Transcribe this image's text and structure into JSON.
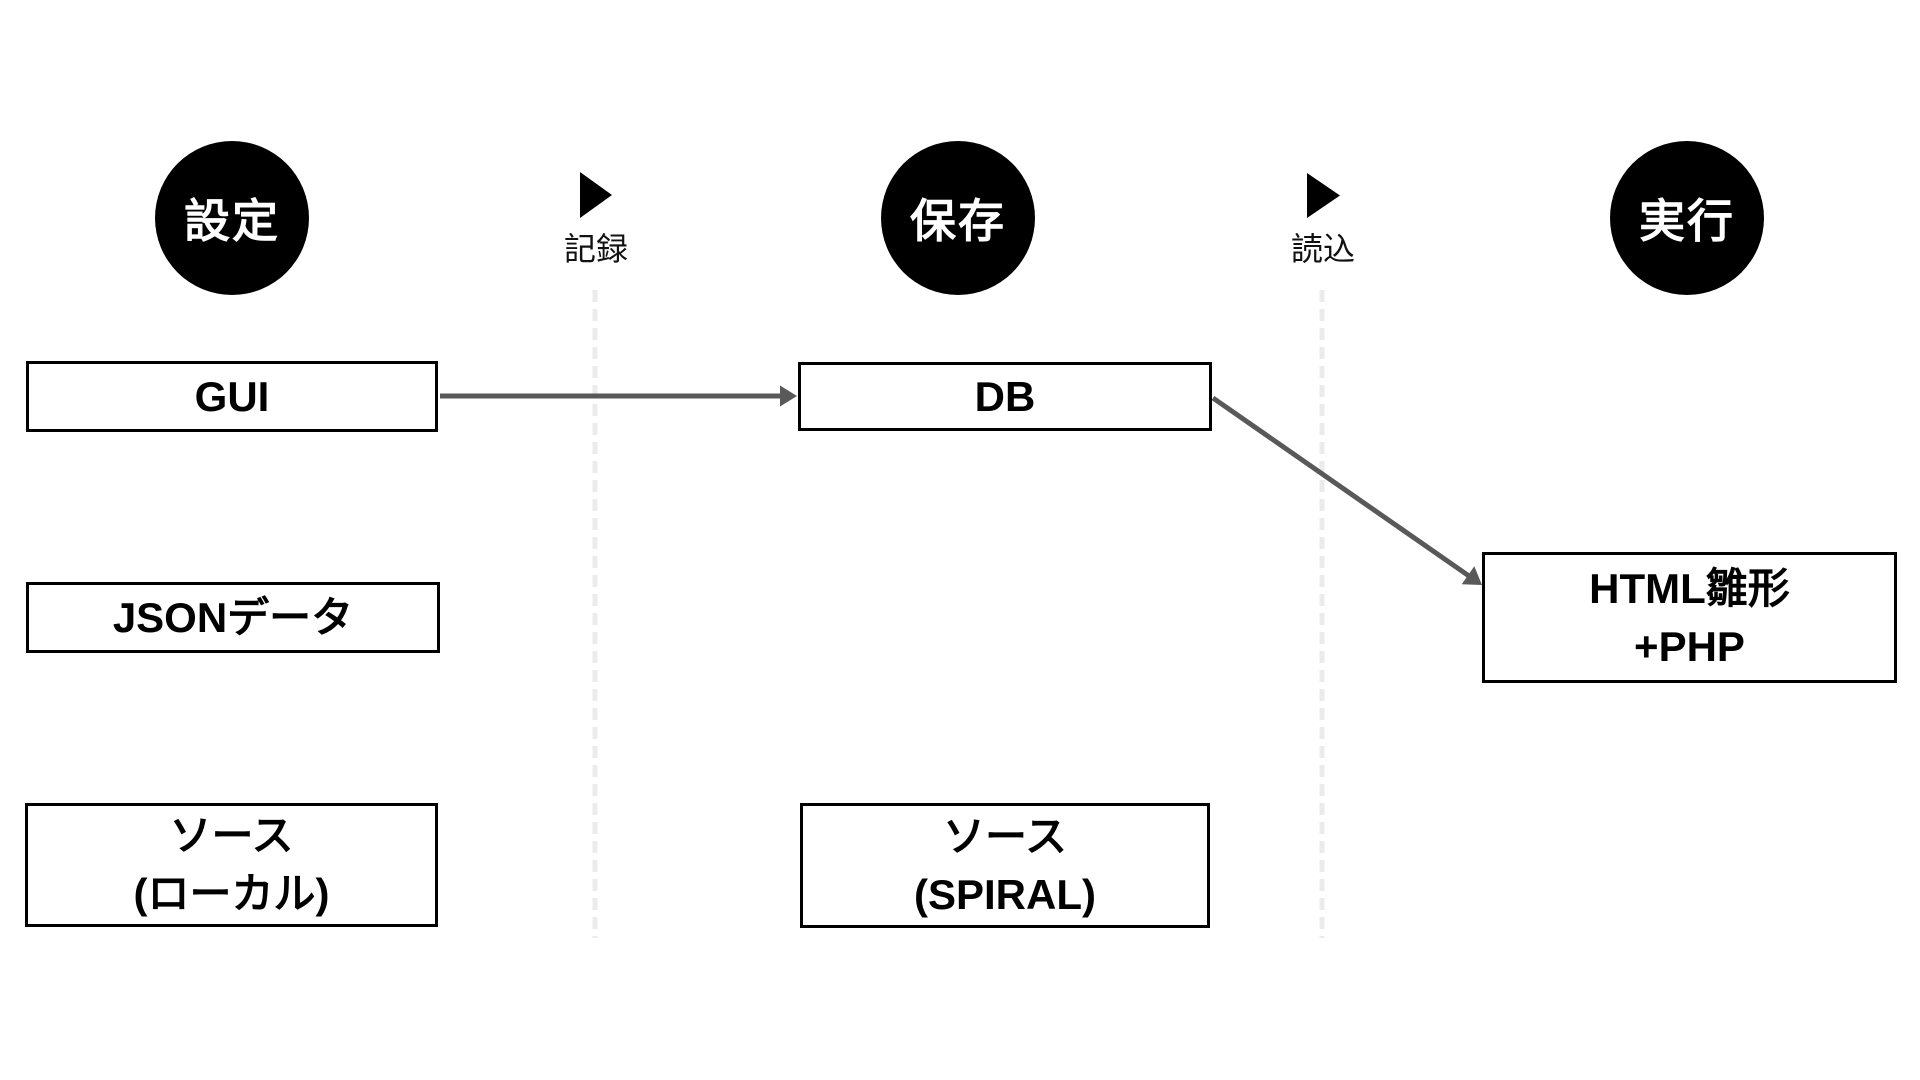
{
  "diagram": {
    "stages": {
      "settings": {
        "label": "設定"
      },
      "save": {
        "label": "保存"
      },
      "execute": {
        "label": "実行"
      }
    },
    "transitions": {
      "record": {
        "label": "記録"
      },
      "load": {
        "label": "読込"
      }
    },
    "boxes": {
      "gui": {
        "line1": "GUI"
      },
      "json_data": {
        "line1": "JSONデータ"
      },
      "source_local": {
        "line1": "ソース",
        "line2": "(ローカル)"
      },
      "db": {
        "line1": "DB"
      },
      "source_spiral": {
        "line1": "ソース",
        "line2": "(SPIRAL)"
      },
      "html_php": {
        "line1": "HTML雛形",
        "line2": "+PHP"
      }
    },
    "connections": [
      {
        "from": "gui",
        "to": "db"
      },
      {
        "from": "db",
        "to": "html_php"
      }
    ]
  },
  "colors": {
    "node_fill": "#000000",
    "node_text": "#ffffff",
    "arrow": "#595959",
    "divider": "#ebebeb",
    "box_border": "#000000",
    "box_text": "#000000",
    "label_text": "#111111",
    "background": "#ffffff"
  }
}
